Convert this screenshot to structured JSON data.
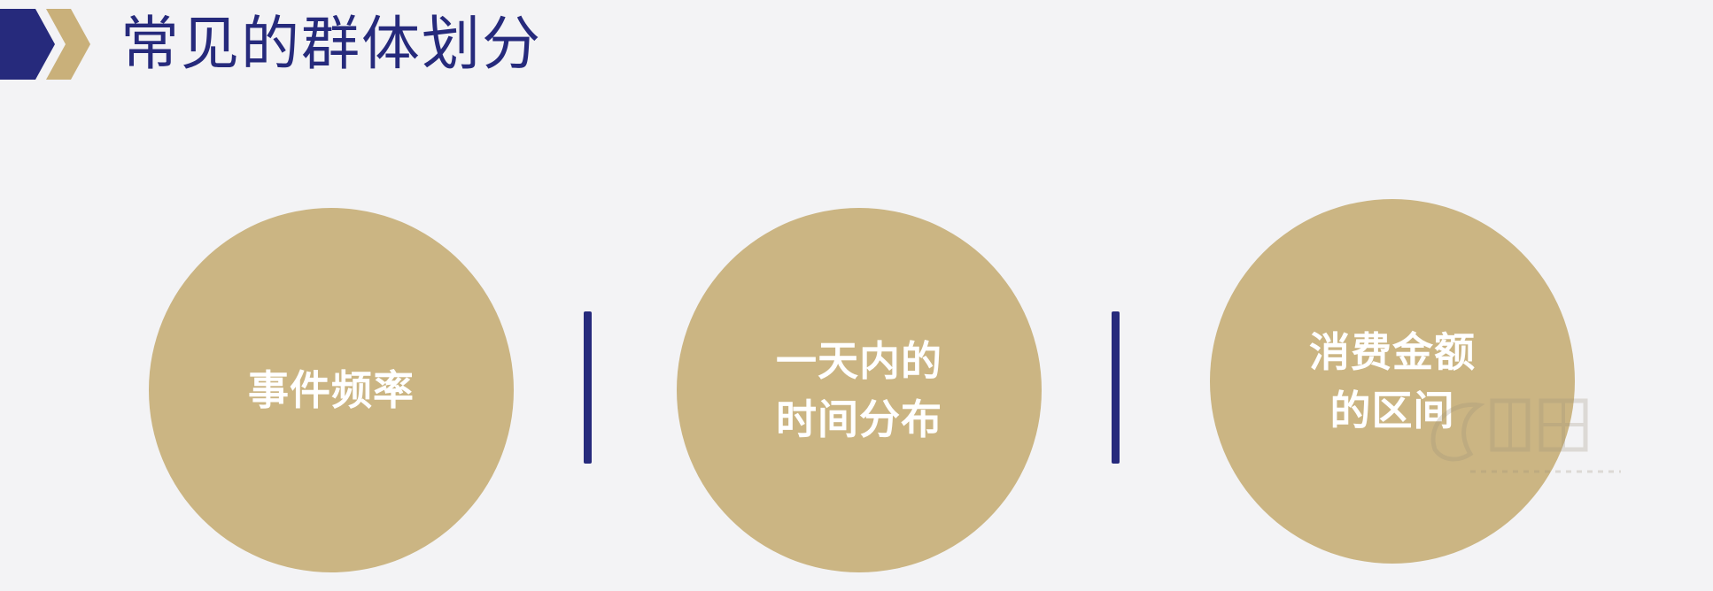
{
  "header": {
    "title": "常见的群体划分",
    "accent_color": "#262a7c",
    "chevron_colors": [
      "#262a7c",
      "#c9b07a"
    ]
  },
  "circles": [
    {
      "lines": [
        "事件频率"
      ]
    },
    {
      "lines": [
        "一天内的",
        "时间分布"
      ]
    },
    {
      "lines": [
        "消费金额",
        "的区间"
      ]
    }
  ],
  "circle_color": "#cbb583",
  "watermark": {
    "icon": "watermark-logo"
  }
}
